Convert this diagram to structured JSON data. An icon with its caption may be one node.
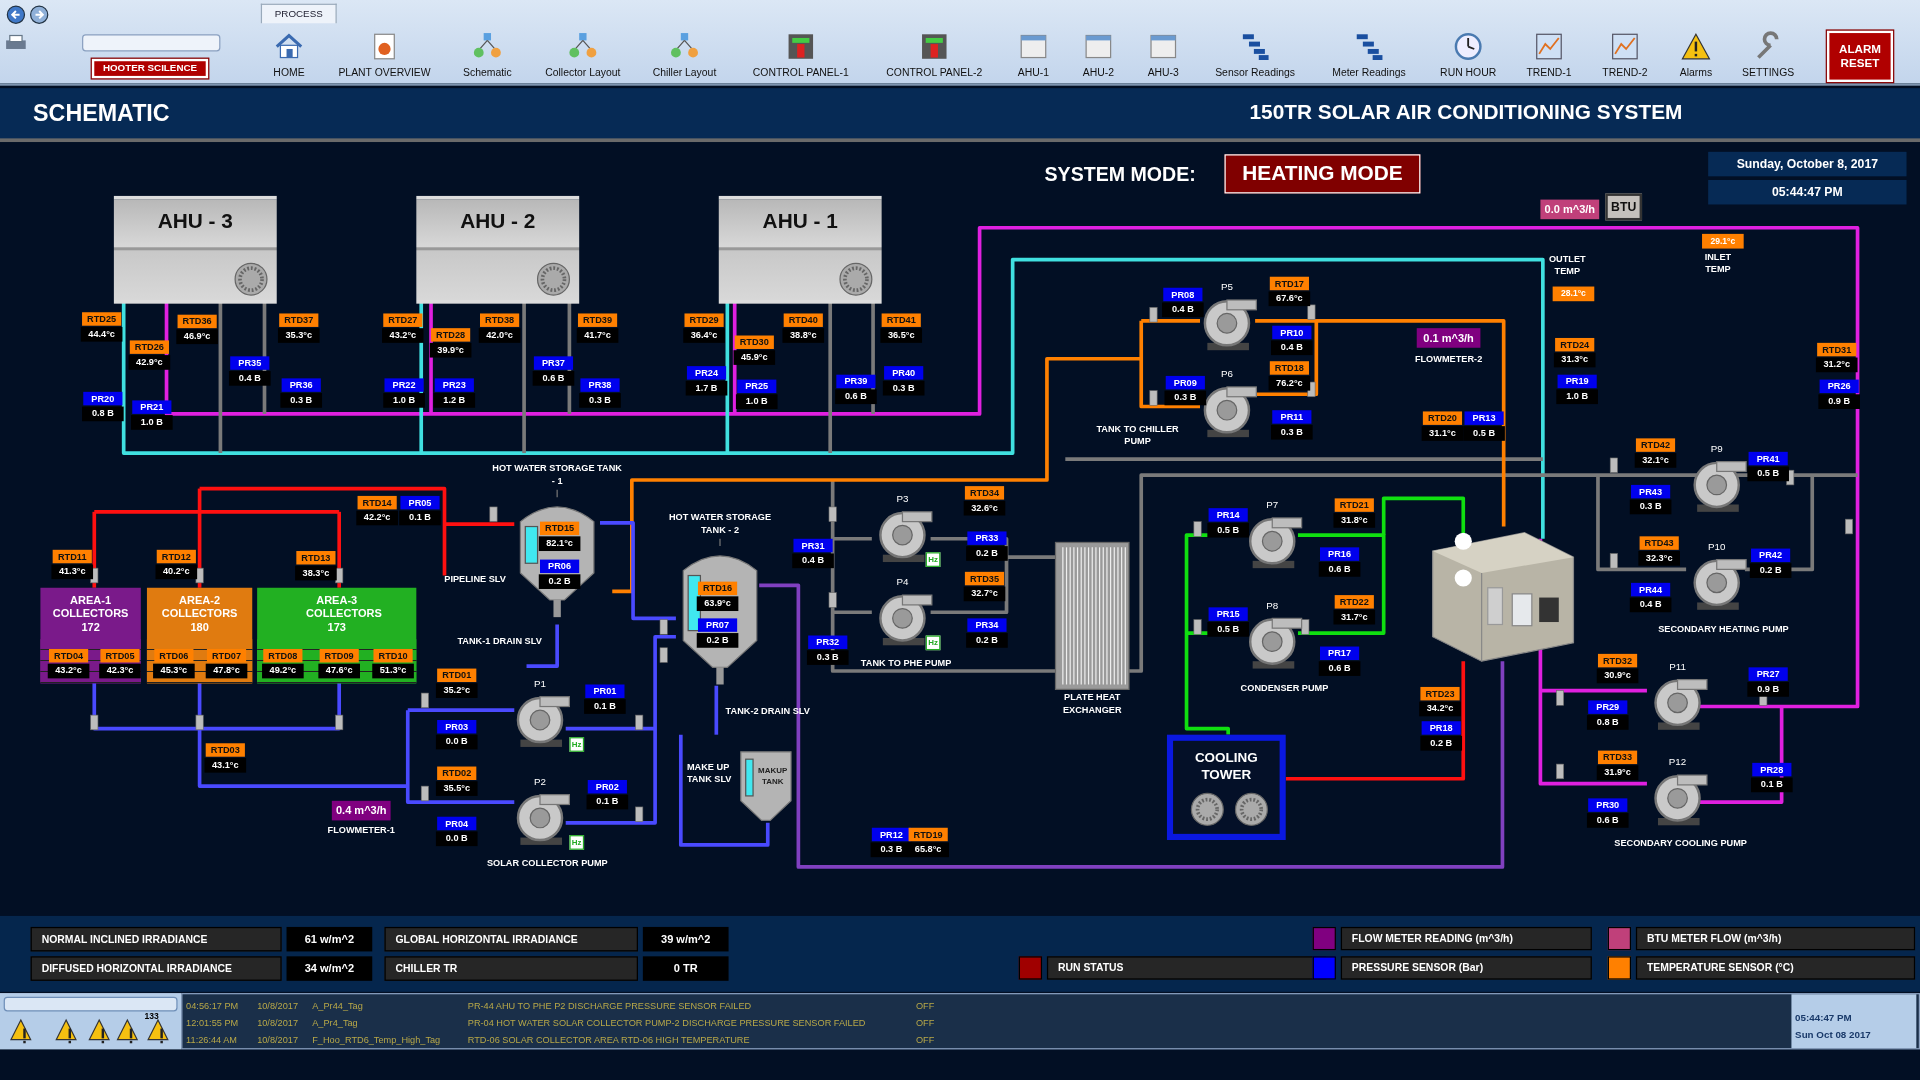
{
  "diagram": {
    "title": "150TR SOLAR AIR CONDITIONING SYSTEM",
    "nodes": [
      {
        "text": [
          "AHU - 3"
        ]
      },
      {
        "text": [
          "AHU - 2"
        ]
      },
      {
        "text": [
          "AHU - 1"
        ]
      },
      {
        "text": [
          "HEATING MODE"
        ]
      },
      {
        "text": [
          "BTU"
        ]
      },
      {
        "text": [
          "AREA-1 COLLECTORS 172"
        ]
      },
      {
        "text": [
          "AREA-2 COLLECTORS 180"
        ]
      },
      {
        "text": [
          "AREA-3 COLLECTORS 173"
        ]
      },
      {
        "text": [
          "HOT WATER STORAGE TANK - 1"
        ]
      },
      {
        "text": [
          "HOT WATER STORAGE TANK - 2"
        ]
      },
      {
        "text": [
          "MAKUP TANK"
        ]
      },
      {
        "text": [
          "P1"
        ]
      },
      {
        "text": [
          "P2"
        ]
      },
      {
        "text": [
          "P3"
        ]
      },
      {
        "text": [
          "P4"
        ]
      },
      {
        "text": [
          "P5"
        ]
      },
      {
        "text": [
          "P6"
        ]
      },
      {
        "text": [
          "P7"
        ]
      },
      {
        "text": [
          "P8"
        ]
      },
      {
        "text": [
          "P9"
        ]
      },
      {
        "text": [
          "P10"
        ]
      },
      {
        "text": [
          "P11"
        ]
      },
      {
        "text": [
          "P12"
        ]
      },
      {
        "text": [
          "PLATE HEAT EXCHANGER"
        ]
      },
      {
        "text": [],
        "shape": "picture"
      },
      {
        "text": [
          "COOLING TOWER"
        ]
      }
    ],
    "labels": [
      "PROCESS",
      "HOOTER SCILENCE",
      "HOME",
      "PLANT OVERVIEW",
      "Schematic",
      "Collector Layout",
      "Chiller Layout",
      "CONTROL PANEL-1",
      "CONTROL PANEL-2",
      "AHU-1",
      "AHU-2",
      "AHU-3",
      "Sensor Readings",
      "Meter Readings",
      "RUN HOUR",
      "TREND-1",
      "TREND-2",
      "Alarms",
      "SETTINGS",
      "ALARM RESET",
      "SCHEMATIC",
      "SYSTEM  MODE:",
      "Sunday, October 8, 2017",
      "05:44:47 PM",
      "0.0 m^3/h",
      "OUTLET TEMP",
      "INLET TEMP",
      "29.1°c",
      "28.1°c",
      "0.1 m^3/h",
      "FLOWMETER-2",
      "TANK TO CHILLER PUMP",
      "RTD25",
      "44.4°c",
      "RTD26",
      "42.9°c",
      "RTD36",
      "46.9°c",
      "RTD37",
      "35.3°c",
      "PR20",
      "0.8 B",
      "PR21",
      "1.0 B",
      "PR35",
      "0.4 B",
      "PR36",
      "0.3 B",
      "RTD27",
      "43.2°c",
      "RTD28",
      "39.9°c",
      "RTD38",
      "42.0°c",
      "RTD39",
      "41.7°c",
      "PR37",
      "0.6 B",
      "PR22",
      "1.0 B",
      "PR23",
      "1.2 B",
      "PR38",
      "0.3 B",
      "RTD29",
      "36.4°c",
      "RTD30",
      "45.9°c",
      "RTD40",
      "38.8°c",
      "RTD41",
      "36.5°c",
      "PR24",
      "1.7 B",
      "PR25",
      "1.0 B",
      "PR39",
      "0.6 B",
      "PR40",
      "0.3 B",
      "PR08",
      "0.4 B",
      "RTD17",
      "67.6°c",
      "PR10",
      "0.4 B",
      "PR09",
      "0.3 B",
      "RTD18",
      "76.2°c",
      "PR11",
      "0.3 B",
      "RTD24",
      "31.3°c",
      "PR19",
      "1.0 B",
      "RTD31",
      "31.2°c",
      "PR26",
      "0.9 B",
      "RTD20",
      "31.1°c",
      "PR13",
      "0.5 B",
      "RTD42",
      "32.1°c",
      "PR41",
      "0.5 B",
      "PR43",
      "0.3 B",
      "RTD43",
      "32.3°c",
      "PR42",
      "0.2 B",
      "PR44",
      "0.4 B",
      "RTD32",
      "30.9°c",
      "PR27",
      "0.9 B",
      "PR29",
      "0.8 B",
      "RTD33",
      "31.9°c",
      "PR28",
      "0.1 B",
      "PR30",
      "0.6 B",
      "RTD14",
      "42.2°c",
      "PR05",
      "0.1 B",
      "RTD15",
      "82.1°c",
      "PR06",
      "0.2 B",
      "RTD11",
      "41.3°c",
      "RTD12",
      "40.2°c",
      "RTD13",
      "38.3°c",
      "RTD16",
      "63.9°c",
      "PR07",
      "0.2 B",
      "PR31",
      "0.4 B",
      "PR32",
      "0.3 B",
      "RTD34",
      "32.6°c",
      "PR33",
      "0.2 B",
      "RTD35",
      "32.7°c",
      "PR34",
      "0.2 B",
      "PR14",
      "0.5 B",
      "RTD21",
      "31.8°c",
      "PR16",
      "0.6 B",
      "PR15",
      "0.5 B",
      "RTD22",
      "31.7°c",
      "PR17",
      "0.6 B",
      "RTD23",
      "34.2°c",
      "PR18",
      "0.2 B",
      "RTD04",
      "43.2°c",
      "RTD05",
      "42.3°c",
      "RTD06",
      "45.3°c",
      "RTD07",
      "47.8°c",
      "RTD08",
      "49.2°c",
      "RTD09",
      "47.6°c",
      "RTD10",
      "51.3°c",
      "RTD01",
      "35.2°c",
      "PR01",
      "0.1 B",
      "PR03",
      "0.0 B",
      "RTD03",
      "43.1°c",
      "RTD02",
      "35.5°c",
      "PR02",
      "0.1 B",
      "PR04",
      "0.0 B",
      "PR12",
      "0.3 B",
      "RTD19",
      "65.8°c",
      "PIPELINE SLV",
      "TANK-1 DRAIN SLV",
      "TANK-2 DRAIN SLV",
      "MAKE UP TANK SLV",
      "0.4 m^3/h",
      "FLOWMETER-1",
      "SOLAR COLLECTOR PUMP",
      "TANK TO PHE PUMP",
      "CONDENSER PUMP",
      "SECONDARY HEATING  PUMP",
      "SECONDARY COOLING  PUMP",
      "Hz",
      "Hz",
      "Hz",
      "Hz",
      "NORMAL INCLINED IRRADIANCE",
      "61 w/m^2",
      "GLOBAL HORIZONTAL IRRADIANCE",
      "39 w/m^2",
      "DIFFUSED HORIZONTAL IRRADIANCE",
      "34 w/m^2",
      "CHILLER TR",
      "0 TR",
      "133",
      "04:56:17 PM",
      "10/8/2017",
      "A_Pr44_Tag",
      "PR-44  AHU TO PHE P2 DISCHARGE PRESSURE SENSOR FAILED",
      "OFF",
      "12:01:55 PM",
      "10/8/2017",
      "A_Pr4_Tag",
      "PR-04  HOT WATER SOLAR COLLECTOR PUMP-2 DISCHARGE PRESSURE SENSOR FAILED",
      "OFF",
      "11:26:44 AM",
      "10/8/2017",
      "F_Hoo_RTD6_Temp_High_Tag",
      "RTD-06  SOLAR COLLECTOR AREA RTD-06 HIGH TEMPERATURE",
      "OFF",
      "05:44:47 PM",
      "Sun Oct 08 2017"
    ],
    "legend": [
      {
        "text": "FLOW METER READING (m^3/h)",
        "color": "#800080"
      },
      {
        "text": "BTU METER FLOW (m^3/h)",
        "color": "#c0407a"
      },
      {
        "text": "RUN STATUS",
        "color": "#a00000"
      },
      {
        "text": "PRESSURE SENSOR (Bar)",
        "color": "#0000ff"
      },
      {
        "text": "TEMPERATURE SENSOR (°C)",
        "color": "#ff8000"
      }
    ]
  }
}
